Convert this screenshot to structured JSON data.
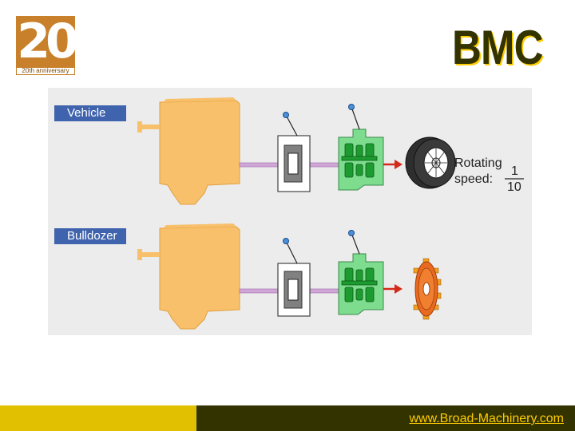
{
  "logo": {
    "number": "20",
    "tagline": "20th anniversary"
  },
  "brand": "BMC",
  "diagram": {
    "rows": [
      {
        "label": "Vehicle",
        "output": "wheel-tire",
        "rotating_label_line1": "Rotating",
        "rotating_label_line2": "speed:",
        "fraction_numerator": "1",
        "fraction_denominator": "10"
      },
      {
        "label": "Bulldozer",
        "output": "sprocket"
      }
    ]
  },
  "colors": {
    "engine": "#f8c06a",
    "transmission": "#7ddc8e",
    "gear": "#1e9b30",
    "arrow": "#d42a1a",
    "sprocket": "#e86a20",
    "panel": "#ececec",
    "label_bg": "#3f63ad"
  },
  "footer": {
    "url": "www.Broad-Machinery.com"
  }
}
